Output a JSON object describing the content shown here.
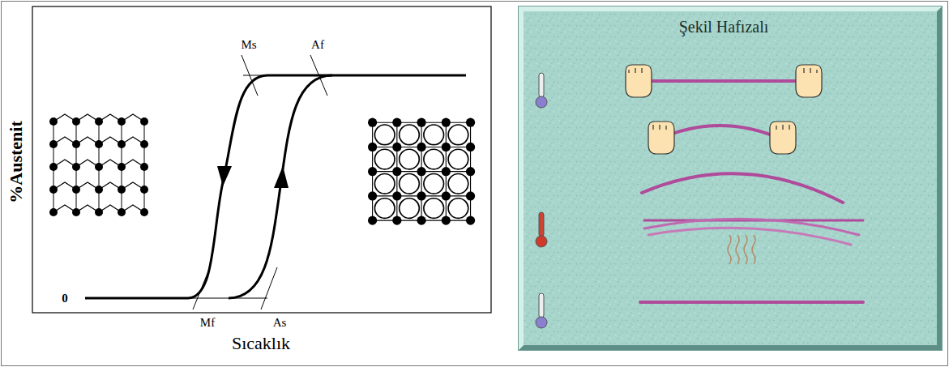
{
  "diagram": {
    "nodes": [
      {
        "text": [
          "Şekil Hafızalı"
        ]
      }
    ],
    "labels": [
      "%Austenit",
      "0",
      "Ms",
      "Af",
      "Mf",
      "As",
      "Sıcaklık"
    ]
  }
}
